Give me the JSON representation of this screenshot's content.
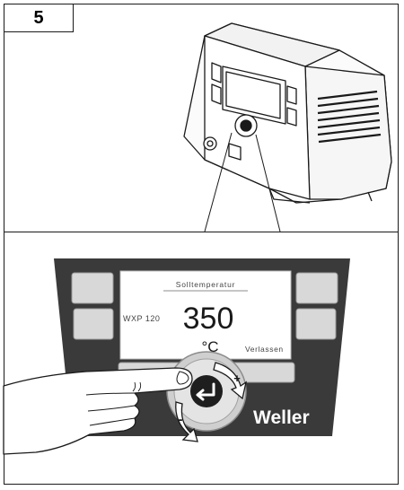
{
  "step": {
    "number": "5"
  },
  "display": {
    "header": "Solltemperatur",
    "tool_label": "WXP 120",
    "temperature": "350",
    "unit": "°C",
    "exit_label": "Verlassen"
  },
  "controls": {
    "minus_symbol": "-",
    "plus_symbol": "+"
  },
  "brand": {
    "name": "Weller"
  },
  "icons": [
    "enter-arrow-icon",
    "rotate-left-arrow-icon",
    "rotate-right-arrow-icon",
    "pointing-hand-icon"
  ]
}
